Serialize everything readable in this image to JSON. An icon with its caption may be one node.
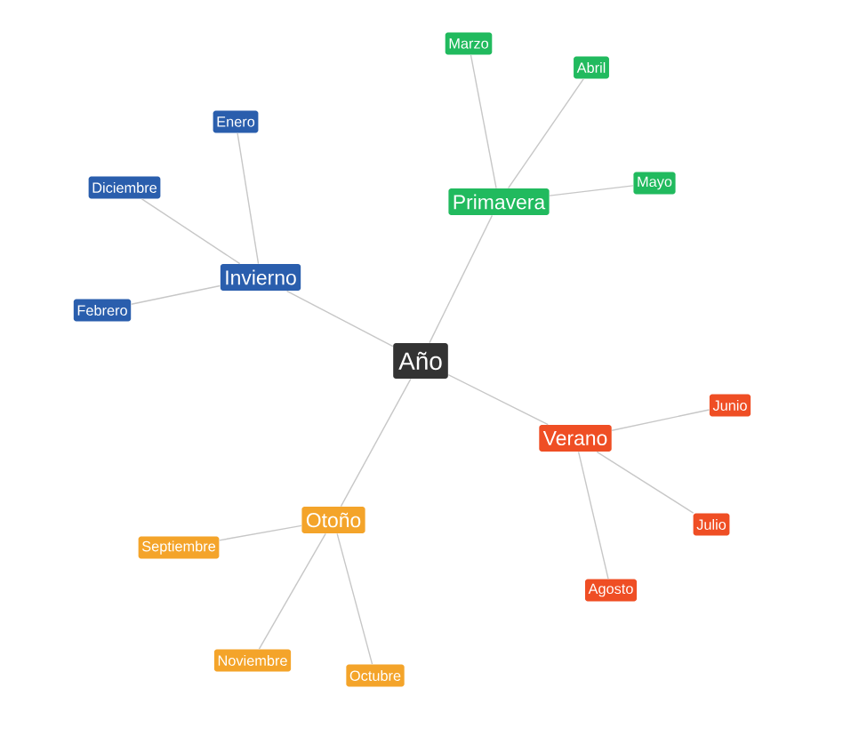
{
  "diagram": {
    "nodes": [
      {
        "text": [
          "Año"
        ]
      },
      {
        "text": [
          "Invierno"
        ]
      },
      {
        "text": [
          "Enero"
        ]
      },
      {
        "text": [
          "Diciembre"
        ]
      },
      {
        "text": [
          "Febrero"
        ]
      },
      {
        "text": [
          "Primavera"
        ]
      },
      {
        "text": [
          "Marzo"
        ]
      },
      {
        "text": [
          "Abril"
        ]
      },
      {
        "text": [
          "Mayo"
        ]
      },
      {
        "text": [
          "Verano"
        ]
      },
      {
        "text": [
          "Junio"
        ]
      },
      {
        "text": [
          "Julio"
        ]
      },
      {
        "text": [
          "Agosto"
        ]
      },
      {
        "text": [
          "Otoño"
        ]
      },
      {
        "text": [
          "Septiembre"
        ]
      },
      {
        "text": [
          "Noviembre"
        ]
      },
      {
        "text": [
          "Octubre"
        ]
      }
    ],
    "edges": [
      {
        "from": 0,
        "to": 1,
        "arrow": "none"
      },
      {
        "from": 1,
        "to": 2,
        "arrow": "none"
      },
      {
        "from": 1,
        "to": 3,
        "arrow": "none"
      },
      {
        "from": 1,
        "to": 4,
        "arrow": "none"
      },
      {
        "from": 0,
        "to": 5,
        "arrow": "none"
      },
      {
        "from": 5,
        "to": 6,
        "arrow": "none"
      },
      {
        "from": 5,
        "to": 7,
        "arrow": "none"
      },
      {
        "from": 5,
        "to": 8,
        "arrow": "none"
      },
      {
        "from": 0,
        "to": 9,
        "arrow": "none"
      },
      {
        "from": 9,
        "to": 10,
        "arrow": "none"
      },
      {
        "from": 9,
        "to": 11,
        "arrow": "none"
      },
      {
        "from": 9,
        "to": 12,
        "arrow": "none"
      },
      {
        "from": 0,
        "to": 13,
        "arrow": "none"
      },
      {
        "from": 13,
        "to": 14,
        "arrow": "none"
      },
      {
        "from": 13,
        "to": 15,
        "arrow": "none"
      },
      {
        "from": 13,
        "to": 16,
        "arrow": "none"
      }
    ]
  }
}
